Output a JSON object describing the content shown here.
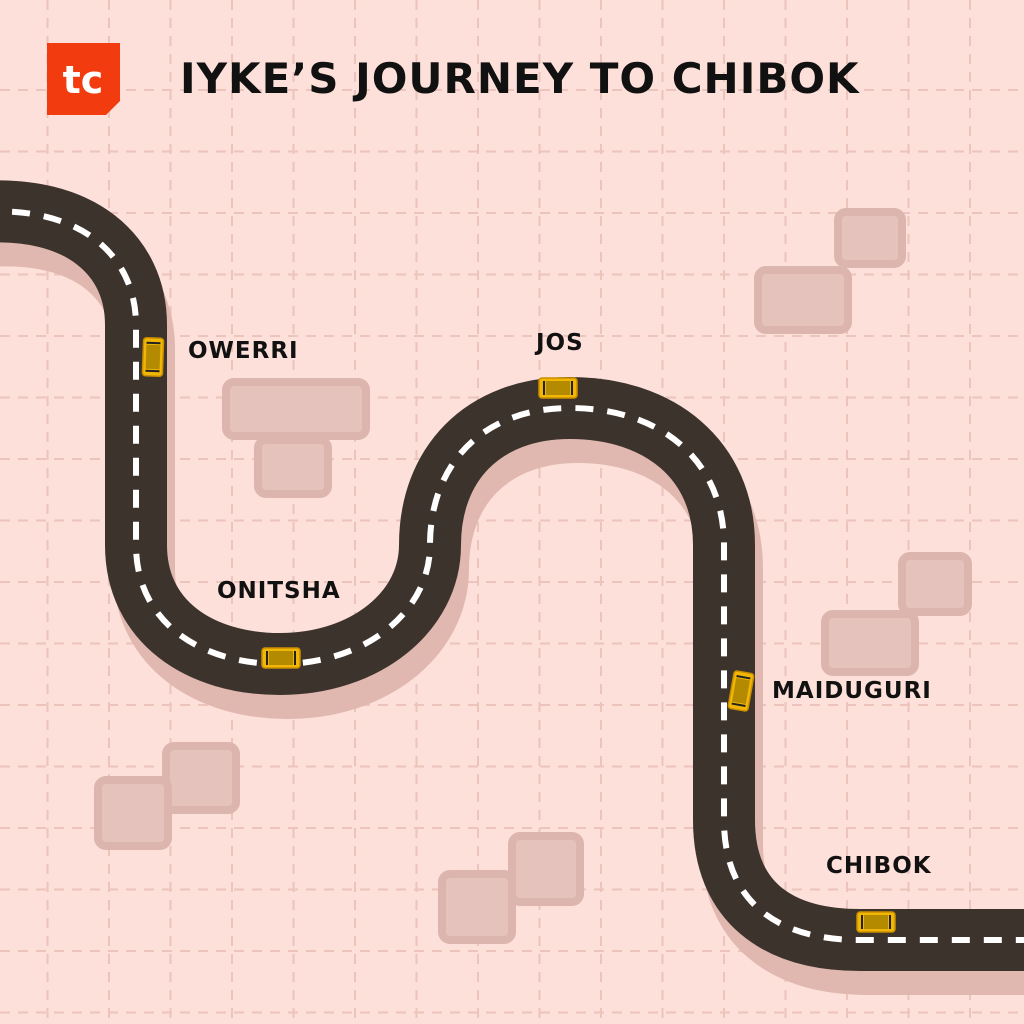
{
  "header": {
    "logo_text": "tc",
    "title": "IYKE’S JOURNEY TO CHIBOK"
  },
  "stops": [
    {
      "name": "OWERRI"
    },
    {
      "name": "ONITSHA"
    },
    {
      "name": "JOS"
    },
    {
      "name": "MAIDUGURI"
    },
    {
      "name": "CHIBOK"
    }
  ],
  "colors": {
    "background": "#fde0da",
    "grid": "#ecc4bc",
    "road": "#3d332d",
    "lane_marking": "#ffffff",
    "car": "#f2b705",
    "logo": "#f23c0f",
    "block": "#e6c2bb"
  }
}
